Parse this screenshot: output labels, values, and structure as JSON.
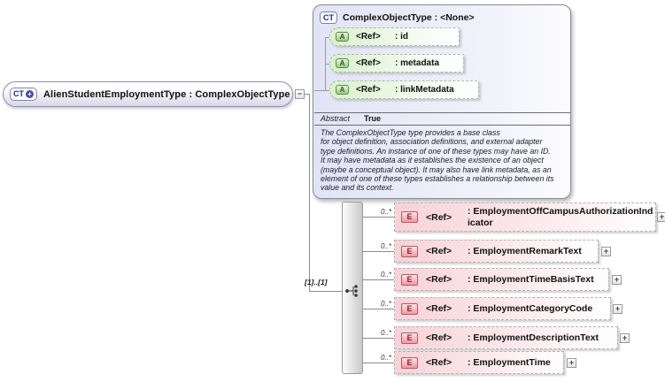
{
  "palette": {
    "base_panel_fill": "#e2e4f6",
    "attribute_fill": "#d8f1cc",
    "element_fill": "#f7d2d8",
    "connector_line": "#8c8c8c"
  },
  "root_node": {
    "type_icon": "CT",
    "plus_badge": "+",
    "label": "AlienStudentEmploymentType : ComplexObjectType",
    "collapse_glyph": "−"
  },
  "base_type_panel": {
    "type_icon": "CT",
    "title": "ComplexObjectType : <None>",
    "attributes": [
      {
        "icon": "A",
        "ref_label": "<Ref>",
        "name": ": id"
      },
      {
        "icon": "A",
        "ref_label": "<Ref>",
        "name": ": metadata"
      },
      {
        "icon": "A",
        "ref_label": "<Ref>",
        "name": ": linkMetadata"
      }
    ],
    "facet": {
      "label": "Abstract",
      "value": "True"
    },
    "annotation_lines": [
      "The ComplexObjectType type provides a base class",
      "for object definition, association definitions, and external adapter",
      "type definitions. An instance of one of these types may have an ID.",
      "It may have metadata as it establishes the existence of an object",
      "(maybe a conceptual object). It may also have link metadata, as an",
      "element of one of these types establishes a relationship between its",
      "value and its context."
    ]
  },
  "model_group": {
    "kind": "sequence",
    "cardinality_label": "[1]..[1]"
  },
  "elements": [
    {
      "icon": "E",
      "ref_label": "<Ref>",
      "name": ": EmploymentOffCampusAuthorizationIndicator",
      "occurs": "0..*",
      "expand_glyph": "+"
    },
    {
      "icon": "E",
      "ref_label": "<Ref>",
      "name": ": EmploymentRemarkText",
      "occurs": "0..*",
      "expand_glyph": "+"
    },
    {
      "icon": "E",
      "ref_label": "<Ref>",
      "name": ": EmploymentTimeBasisText",
      "occurs": "0..*",
      "expand_glyph": "+"
    },
    {
      "icon": "E",
      "ref_label": "<Ref>",
      "name": ": EmploymentCategoryCode",
      "occurs": "0..*",
      "expand_glyph": "+"
    },
    {
      "icon": "E",
      "ref_label": "<Ref>",
      "name": ": EmploymentDescriptionText",
      "occurs": "0..*",
      "expand_glyph": "+"
    },
    {
      "icon": "E",
      "ref_label": "<Ref>",
      "name": ": EmploymentTime",
      "occurs": "0..*",
      "expand_glyph": "+"
    }
  ]
}
